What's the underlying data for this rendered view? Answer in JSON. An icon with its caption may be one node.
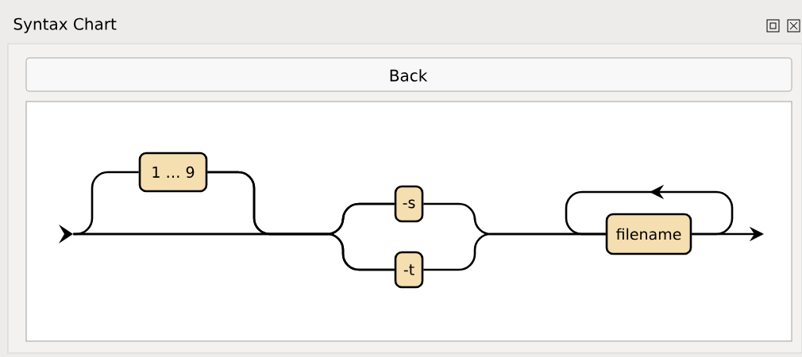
{
  "diagram": {
    "title": "Syntax Chart",
    "nodes": [
      {
        "text": [],
        "shape": "chevron"
      },
      {
        "text": [
          "1 … 9"
        ]
      },
      {
        "text": [
          "-s"
        ]
      },
      {
        "text": [
          "-t"
        ]
      },
      {
        "text": [
          "filename"
        ]
      }
    ],
    "edges": [
      {
        "from": 0,
        "to": 1,
        "arrow": "none"
      },
      {
        "from": 0,
        "to": 2,
        "arrow": "none"
      },
      {
        "from": 0,
        "to": 3,
        "arrow": "none"
      },
      {
        "from": 1,
        "to": 2,
        "arrow": "none"
      },
      {
        "from": 1,
        "to": 3,
        "arrow": "none"
      },
      {
        "from": 2,
        "to": 4,
        "arrow": "none"
      },
      {
        "from": 3,
        "to": 4,
        "arrow": "none"
      },
      {
        "from": 4,
        "to": 4,
        "arrow": "to"
      },
      {
        "from": 4,
        "to": null,
        "arrow": "to"
      }
    ],
    "labels": [
      "Back"
    ]
  }
}
